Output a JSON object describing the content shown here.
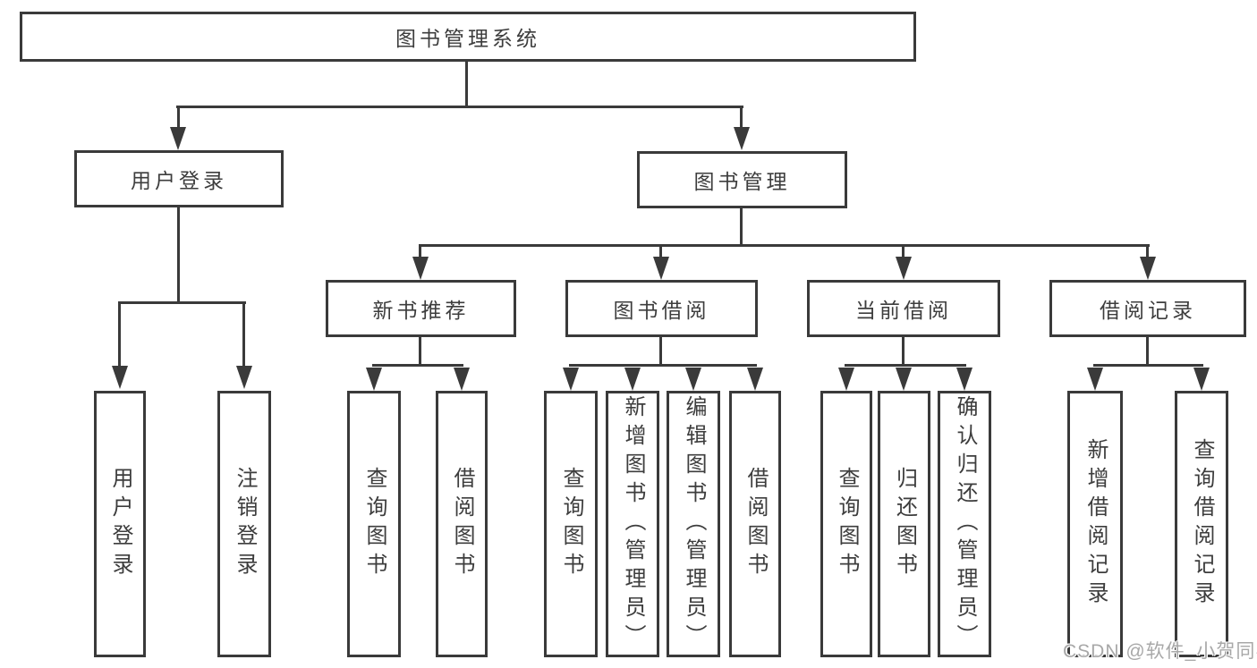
{
  "tree": {
    "root": {
      "label": "图书管理系统"
    },
    "branches": [
      {
        "label": "用户登录",
        "children": [
          "用户登录",
          "注销登录"
        ]
      },
      {
        "label": "图书管理",
        "groups": [
          {
            "label": "新书推荐",
            "children": [
              "查询图书",
              "借阅图书"
            ]
          },
          {
            "label": "图书借阅",
            "children": [
              "查询图书",
              "新增图书（管理员）",
              "编辑图书（管理员）",
              "借阅图书"
            ]
          },
          {
            "label": "当前借阅",
            "children": [
              "查询图书",
              "归还图书",
              "确认归还（管理员）"
            ]
          },
          {
            "label": "借阅记录",
            "children": [
              "新增借阅记录",
              "查询借阅记录"
            ]
          }
        ]
      }
    ]
  },
  "watermark": {
    "text": "CSDN @软件_小贺同学"
  },
  "colors": {
    "line": "#3a3a3a",
    "text": "#3d3d3d",
    "background": "#ffffff",
    "watermark": "#a8a8a8"
  }
}
